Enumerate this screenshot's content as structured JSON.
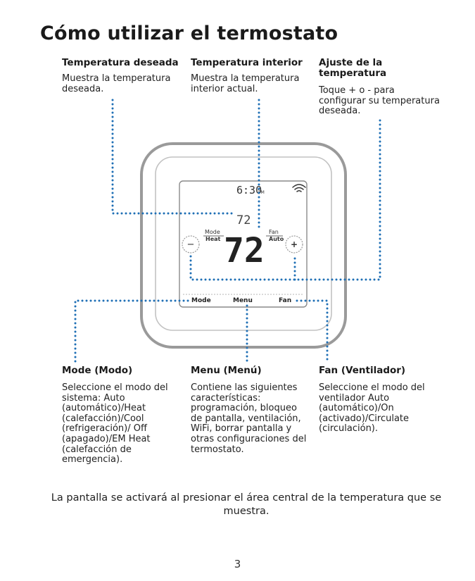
{
  "page": {
    "title": "Cómo utilizar el termostato",
    "page_number": "3",
    "note": "La pantalla se activará al presionar el área central de la temperatura que se muestra."
  },
  "callouts": {
    "desired_temp": {
      "title": "Temperatura deseada",
      "text": "Muestra la temperatura deseada."
    },
    "indoor_temp": {
      "title": "Temperatura interior",
      "text": "Muestra la temperatura interior actual."
    },
    "temp_adjust": {
      "title": "Ajuste de la temperatura",
      "text": "Toque + o - para configurar su temperatura deseada."
    },
    "mode": {
      "title": "Mode (Modo)",
      "text": "Seleccione el modo del sistema: Auto (automático)/Heat (calefacción)/Cool (refrigeración)/ Off (apagado)/EM Heat (calefacción de emergencia)."
    },
    "menu": {
      "title": "Menu (Menú)",
      "text": "Contiene las siguientes características: programación, bloqueo de pantalla, ventilación, WiFi, borrar pantalla y otras configuraciones del termostato."
    },
    "fan": {
      "title": "Fan (Ventilador)",
      "text": "Seleccione el modo del ventilador Auto (automático)/On (activado)/Circulate (circulación)."
    }
  },
  "thermostat": {
    "time": "6:30",
    "time_suffix": "PM",
    "setpoint": "72",
    "indoor_temp": "72",
    "mode_label": "Mode",
    "mode_value": "Heat",
    "fan_label": "Fan",
    "fan_value": "Auto",
    "minus": "−",
    "plus": "+",
    "softkeys": {
      "mode": "Mode",
      "menu": "Menu",
      "fan": "Fan"
    },
    "wifi_icon": "wifi-icon",
    "callout_color": "#1f6fb5"
  }
}
